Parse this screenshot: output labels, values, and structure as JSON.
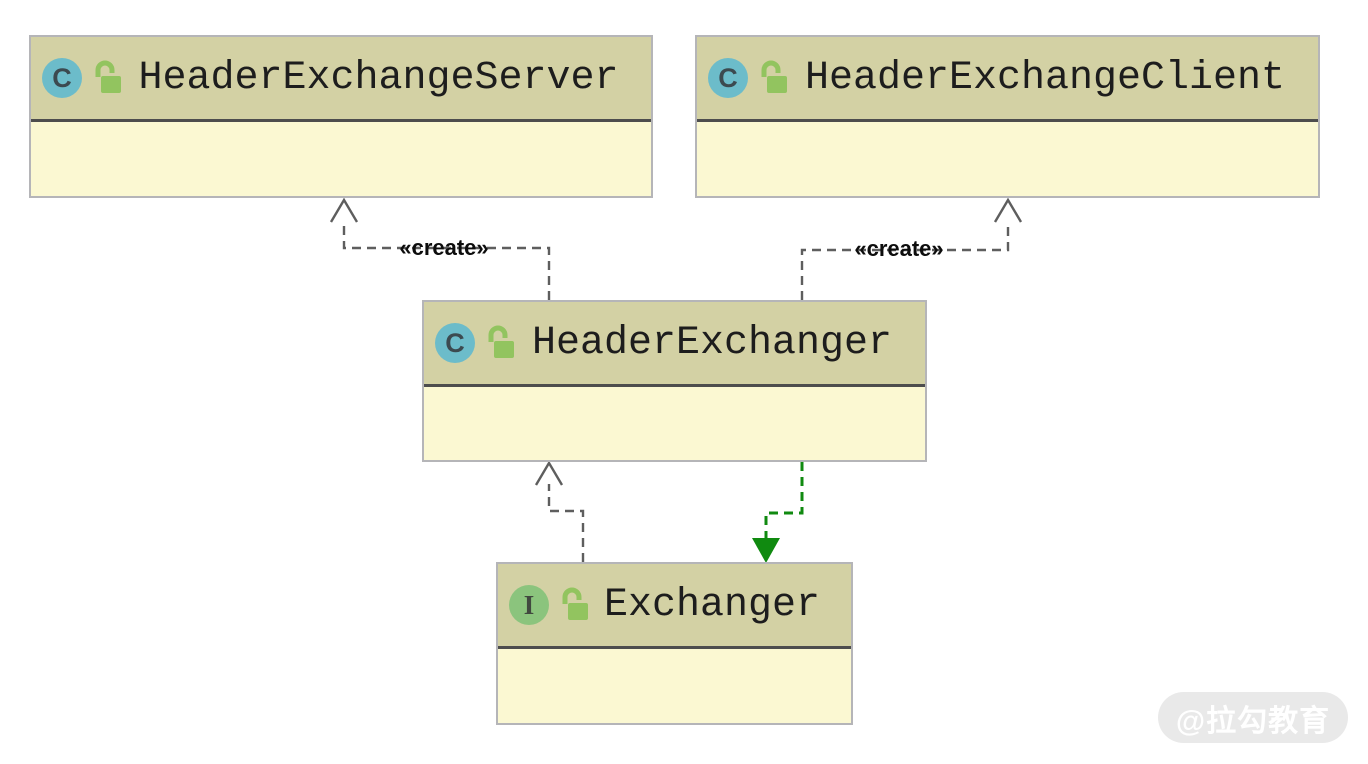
{
  "diagram": {
    "type": "uml-class-diagram",
    "nodes": [
      {
        "name": "HeaderExchangeServer",
        "stereotype": "class",
        "badge_letter": "C",
        "visibility_icon": "unlocked"
      },
      {
        "name": "HeaderExchangeClient",
        "stereotype": "class",
        "badge_letter": "C",
        "visibility_icon": "unlocked"
      },
      {
        "name": "HeaderExchanger",
        "stereotype": "class",
        "badge_letter": "C",
        "visibility_icon": "unlocked"
      },
      {
        "name": "Exchanger",
        "stereotype": "interface",
        "badge_letter": "I",
        "visibility_icon": "unlocked"
      }
    ],
    "edges": [
      {
        "from": "HeaderExchanger",
        "to": "HeaderExchangeServer",
        "type": "dependency",
        "label": "«create»"
      },
      {
        "from": "HeaderExchanger",
        "to": "HeaderExchangeClient",
        "type": "dependency",
        "label": "«create»"
      },
      {
        "from": "Exchanger",
        "to": "HeaderExchanger",
        "type": "dependency",
        "label": ""
      },
      {
        "from": "HeaderExchanger",
        "to": "Exchanger",
        "type": "realization",
        "label": ""
      }
    ],
    "colors": {
      "node_header": "#d3d1a4",
      "node_body": "#fbf8d2",
      "node_border": "#b5b5b8",
      "separator": "#4d4d4d",
      "class_badge": "#6cbcca",
      "interface_badge": "#8bc47d",
      "lock_icon": "#92c45f",
      "edge_gray": "#5e5e5e",
      "edge_green": "#108a10",
      "title_text": "#1d1d1d"
    },
    "watermark": {
      "text": "@拉勾教育"
    }
  }
}
